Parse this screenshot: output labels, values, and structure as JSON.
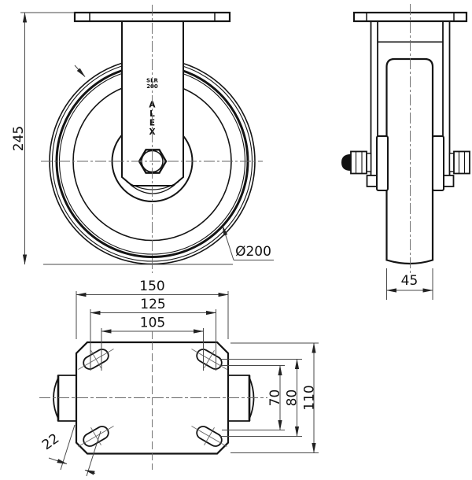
{
  "front_view": {
    "height_dim": "245",
    "diameter_label": "Ø200",
    "brand_line1": "SLR",
    "brand_line2": "200",
    "brand_letters": [
      "A",
      "L",
      "E",
      "X"
    ]
  },
  "side_view": {
    "width_dim": "45"
  },
  "bottom_view": {
    "plate_width_dim": "150",
    "hole_span_outer_dim": "125",
    "hole_span_inner_dim": "105",
    "hole_span_vert_inner_dim": "70",
    "hole_span_vert_outer_dim": "80",
    "plate_depth_dim": "110",
    "slot_size_dim": "22"
  },
  "colors": {
    "object_line": "#141414",
    "dimension_line": "#4a4a4a",
    "centerline": "#666666",
    "text": "#111111",
    "background": "#ffffff"
  }
}
